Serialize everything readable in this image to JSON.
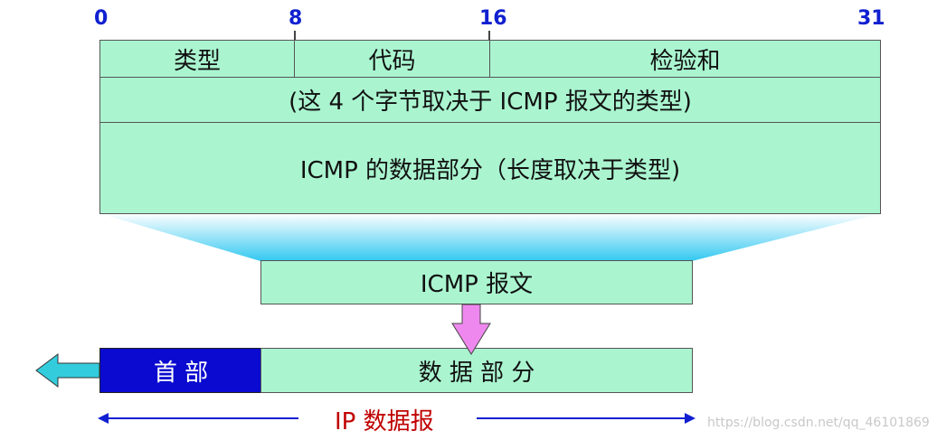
{
  "bit_positions": [
    "0",
    "8",
    "16",
    "31"
  ],
  "icmp_header": {
    "type_label": "类型",
    "code_label": "代码",
    "checksum_label": "检验和",
    "rest_label": "(这 4 个字节取决于 ICMP 报文的类型)",
    "data_label": "ICMP 的数据部分（长度取决于类型)"
  },
  "icmp_message_label": "ICMP 报文",
  "ip_datagram": {
    "header_label": "首 部",
    "data_label": "数 据 部 分",
    "caption": "IP 数据报"
  },
  "watermark": "https://blog.csdn.net/qq_46101869",
  "colors": {
    "cell_fill": "#aaf5d0",
    "header_fill": "#0a0ad0",
    "bit_number": "#1020d0",
    "caption": "#c00000",
    "down_arrow": "#ee88ee",
    "left_arrow": "#33ccdd"
  }
}
